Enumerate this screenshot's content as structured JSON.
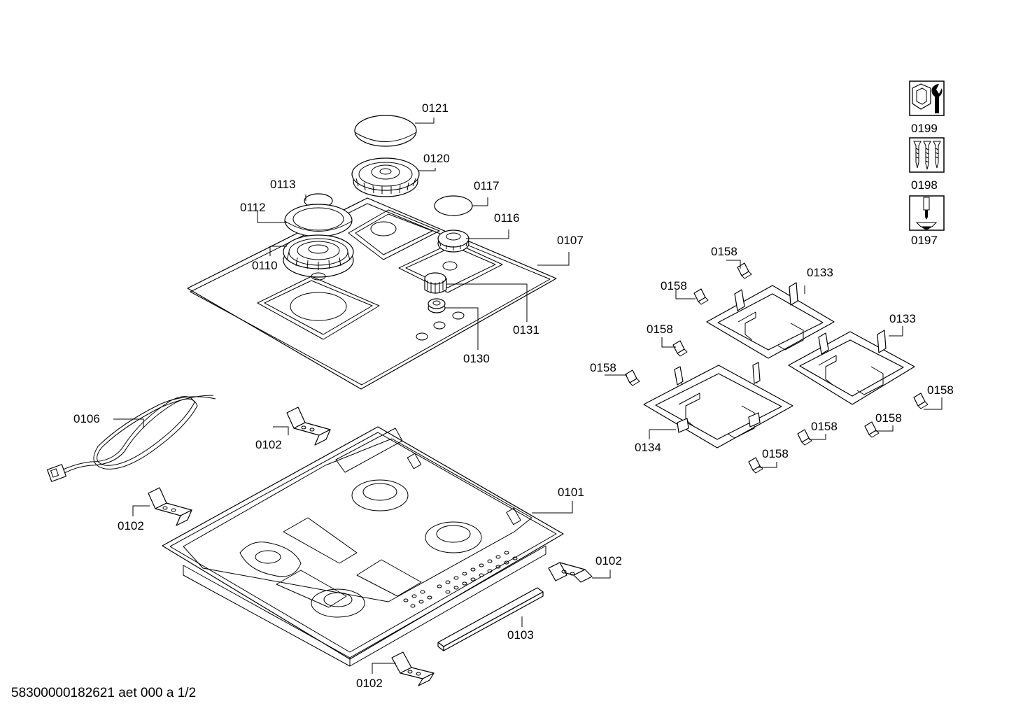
{
  "labels": {
    "p0121": "0121",
    "p0120": "0120",
    "p0113": "0113",
    "p0117": "0117",
    "p0112": "0112",
    "p0116": "0116",
    "p0107": "0107",
    "p0110": "0110",
    "p0131": "0131",
    "p0130": "0130",
    "p0106": "0106",
    "p0102a": "0102",
    "p0102b": "0102",
    "p0102c": "0102",
    "p0102d": "0102",
    "p0101": "0101",
    "p0103": "0103",
    "p0158a": "0158",
    "p0158b": "0158",
    "p0158c": "0158",
    "p0158d": "0158",
    "p0158e": "0158",
    "p0158f": "0158",
    "p0158g": "0158",
    "p0158h": "0158",
    "p0133a": "0133",
    "p0133b": "0133",
    "p0134": "0134"
  },
  "legend": {
    "item1": "0199",
    "item2": "0198",
    "item3": "0197",
    "icon1": "wrench-nut-icon",
    "icon2": "screws-icon",
    "icon3": "screwdriver-icon"
  },
  "footer": {
    "text": "58300000182621 aet 000 a 1/2"
  }
}
